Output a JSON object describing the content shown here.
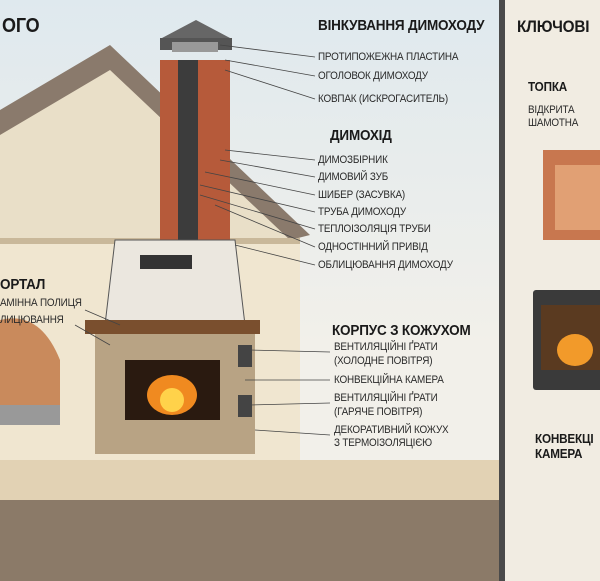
{
  "left_title_fragment": "ОГО",
  "chimney_top": {
    "title": "ВІНКУВАННЯ ДИМОХОДУ",
    "items": [
      "ПРОТИПОЖЕЖНА ПЛАСТИНА",
      "ОГОЛОВОК ДИМОХОДУ",
      "КОВПАК (ИСКРОГАСИТЕЛЬ)"
    ]
  },
  "chimney": {
    "title": "ДИМОХІД",
    "items": [
      "ДИМОЗБІРНИК",
      "ДИМОВИЙ ЗУБ",
      "ШИБЕР (ЗАСУВКА)",
      "ТРУБА ДИМОХОДУ",
      "ТЕПЛОІЗОЛЯЦІЯ ТРУБИ",
      "ОДНОСТІННИЙ ПРИВІД",
      "ОБЛИЦЮВАННЯ ДИМОХОДУ"
    ]
  },
  "body": {
    "title": "КОРПУС З КОЖУХОМ",
    "items": [
      "ВЕНТИЛЯЦІЙНІ ҐРАТИ",
      "(ХОЛОДНЕ ПОВІТРЯ)",
      "КОНВЕКЦІЙНА КАМЕРА",
      "ВЕНТИЛЯЦІЙНІ ҐРАТИ",
      "(ГАРЯЧЕ ПОВІТРЯ)",
      "ДЕКОРАТИВНИЙ КОЖУХ",
      "З ТЕРМОІЗОЛЯЦІЄЮ"
    ]
  },
  "portal": {
    "title": "ОРТАЛ",
    "items": [
      "АМІННА ПОЛИЦЯ",
      "ЛИЦЮВАННЯ"
    ]
  },
  "right": {
    "title": "КЛЮЧОВІ",
    "firebox": "ТОПКА",
    "firebox_sub": [
      "ВІДКРИТА",
      "ШАМОТНА"
    ],
    "convection": [
      "КОНВЕКЦІ",
      "КАМЕРА"
    ]
  }
}
